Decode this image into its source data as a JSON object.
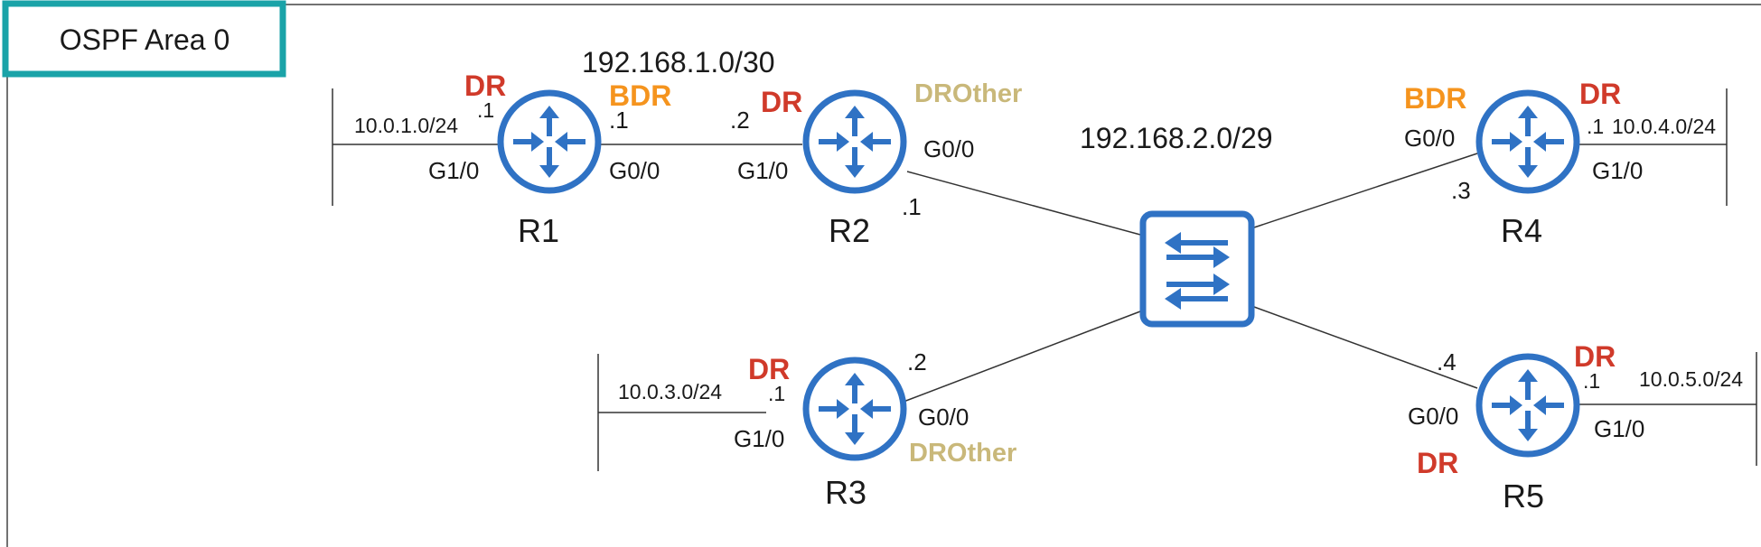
{
  "area": {
    "label": "OSPF Area 0"
  },
  "colors": {
    "box_border": "#1aa3a8",
    "router_fill": "#2f72c4",
    "router_stroke": "#2f72c4",
    "dr": "#d03a2a",
    "bdr": "#f5941e",
    "drother": "#c9b87a",
    "line": "#333333",
    "text": "#1a1a1a"
  },
  "networks": {
    "r1_r2": "192.168.1.0/30",
    "switch_lan": "192.168.2.0/29"
  },
  "routers": [
    {
      "id": "R1",
      "name": "R1",
      "lan": "10.0.1.0/24",
      "lan_host": ".1",
      "lan_if": "G1/0",
      "lan_role": "DR",
      "wan_host": ".1",
      "wan_if": "G0/0",
      "wan_role": "BDR"
    },
    {
      "id": "R2",
      "name": "R2",
      "lan_if": "G1/0",
      "lan_host": ".2",
      "lan_role": "DR",
      "wan_host": ".1",
      "wan_if": "G0/0",
      "wan_role": "DROther"
    },
    {
      "id": "R3",
      "name": "R3",
      "lan": "10.0.3.0/24",
      "lan_host": ".1",
      "lan_if": "G1/0",
      "lan_role": "DR",
      "wan_host": ".2",
      "wan_if": "G0/0",
      "wan_role": "DROther"
    },
    {
      "id": "R4",
      "name": "R4",
      "lan": "10.0.4.0/24",
      "lan_host": ".1",
      "lan_if": "G1/0",
      "lan_role": "DR",
      "wan_host": ".3",
      "wan_if": "G0/0",
      "wan_role": "BDR"
    },
    {
      "id": "R5",
      "name": "R5",
      "lan": "10.0.5.0/24",
      "lan_host": ".1",
      "lan_if": "G1/0",
      "lan_role": "DR",
      "wan_host": ".4",
      "wan_if": "G0/0",
      "wan_role": "DR"
    }
  ],
  "icons": {
    "router": "router-icon",
    "switch": "switch-icon"
  }
}
